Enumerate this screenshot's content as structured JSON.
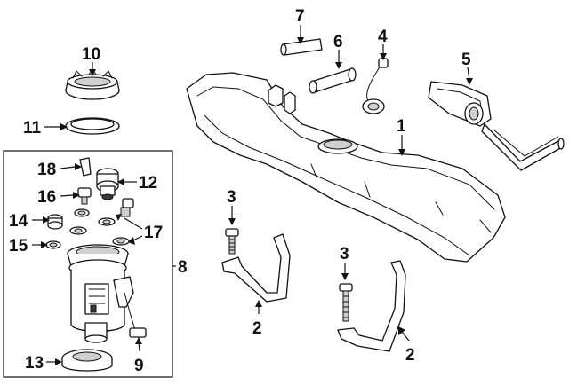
{
  "callouts": {
    "c1": "1",
    "c2a": "2",
    "c2b": "2",
    "c3a": "3",
    "c3b": "3",
    "c4": "4",
    "c5": "5",
    "c6": "6",
    "c7": "7",
    "c8": "8",
    "c9": "9",
    "c10": "10",
    "c11": "11",
    "c12": "12",
    "c13": "13",
    "c14": "14",
    "c15": "15",
    "c16": "16",
    "c17": "17",
    "c18": "18"
  }
}
